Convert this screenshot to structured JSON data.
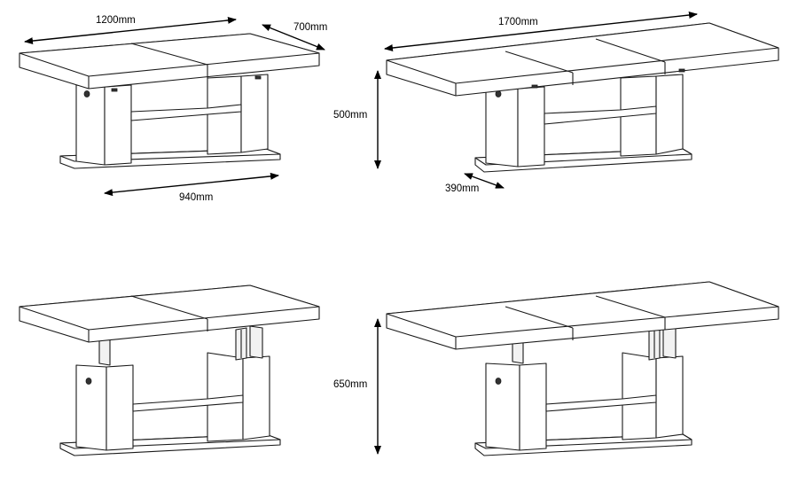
{
  "dimensions": {
    "length_closed": "1200mm",
    "depth": "700mm",
    "base_length": "940mm",
    "length_extended": "1700mm",
    "height_low": "500mm",
    "base_depth": "390mm",
    "height_high": "650mm"
  },
  "views": [
    {
      "id": "closed-low"
    },
    {
      "id": "extended-low"
    },
    {
      "id": "closed-high"
    },
    {
      "id": "extended-high"
    }
  ]
}
